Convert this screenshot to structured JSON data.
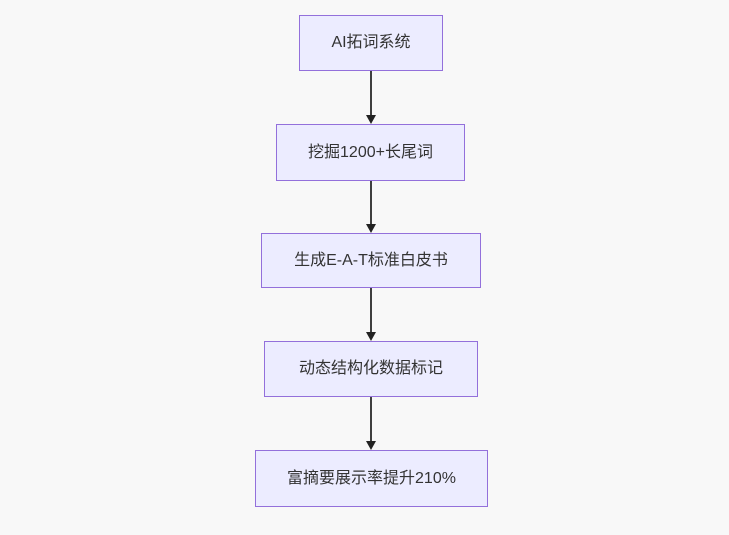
{
  "diagram": {
    "type": "flowchart-vertical",
    "background_color": "#f8f8f8",
    "node_fill_color": "#ECECFF",
    "node_border_color": "#9370DB",
    "node_text_color": "#333333",
    "arrow_color": "#333333",
    "nodes": [
      {
        "label": "AI拓词系统"
      },
      {
        "label": "挖掘1200+长尾词"
      },
      {
        "label": "生成E-A-T标准白皮书"
      },
      {
        "label": "动态结构化数据标记"
      },
      {
        "label": "富摘要展示率提升210%"
      }
    ],
    "edges": [
      {
        "from": 0,
        "to": 1
      },
      {
        "from": 1,
        "to": 2
      },
      {
        "from": 2,
        "to": 3
      },
      {
        "from": 3,
        "to": 4
      }
    ]
  }
}
